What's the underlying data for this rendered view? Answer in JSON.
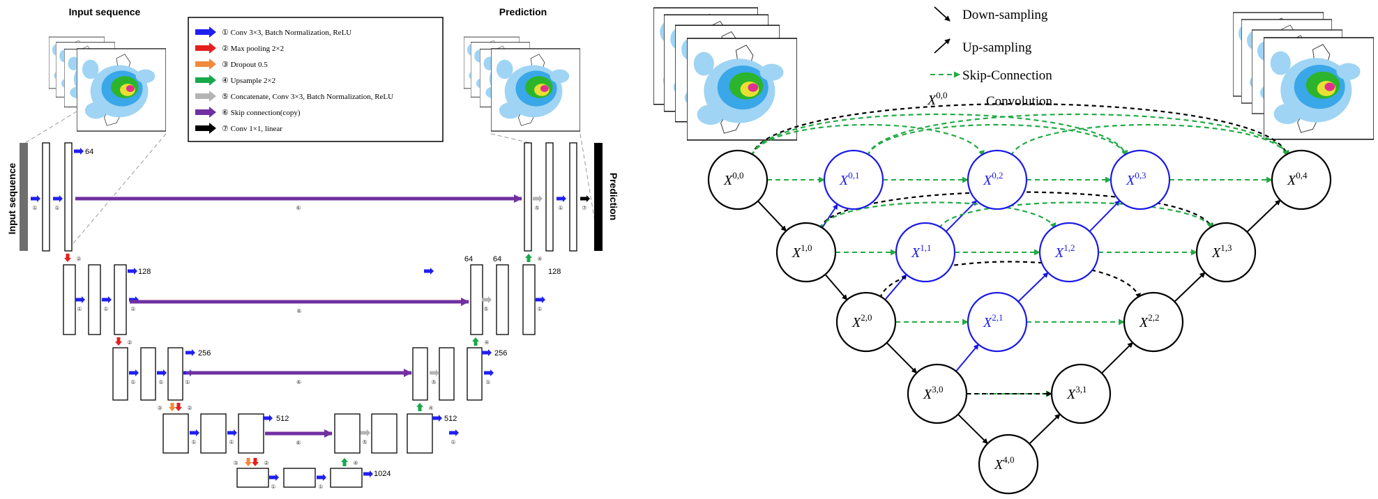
{
  "left": {
    "input_label": "Input sequence",
    "prediction_label": "Prediction",
    "side_input_label": "Input sequence",
    "side_prediction_label": "Prediction",
    "legend": [
      {
        "num": "①",
        "text": "Conv 3×3, Batch Normalization, ReLU",
        "color": "#1f1ff0"
      },
      {
        "num": "②",
        "text": "Max pooling 2×2",
        "color": "#e61e1e"
      },
      {
        "num": "③",
        "text": "Dropout 0.5",
        "color": "#f08a3c"
      },
      {
        "num": "④",
        "text": "Upsample 2×2",
        "color": "#19a84a"
      },
      {
        "num": "⑤",
        "text": "Concatenate, Conv 3×3, Batch Normalization, ReLU",
        "color": "#b4b4b4"
      },
      {
        "num": "⑥",
        "text": "Skip connection(copy)",
        "color": "#7030a0"
      },
      {
        "num": "⑦",
        "text": "Conv 1×1, linear",
        "color": "#000000"
      }
    ],
    "channels": {
      "c64": "64",
      "c128": "128",
      "c256": "256",
      "c512": "512",
      "c1024": "1024",
      "up64a": "64",
      "up64b": "64",
      "up128": "128",
      "up256": "256",
      "up512": "512"
    },
    "ops": {
      "o1": "①",
      "o2": "②",
      "o3": "③",
      "o4": "④",
      "o5": "⑤",
      "o6": "⑥",
      "o7": "⑦"
    }
  },
  "right": {
    "legend": {
      "down": "Down-sampling",
      "up": "Up-sampling",
      "skip": "Skip-Connection",
      "conv_symbol": "X",
      "conv_sup": "0,0",
      "conv": "Convolution"
    },
    "nodes": [
      {
        "id": "n00",
        "base": "X",
        "sup": "0,0",
        "color": "#000000"
      },
      {
        "id": "n01",
        "base": "X",
        "sup": "0,1",
        "color": "#1a1ae6"
      },
      {
        "id": "n02",
        "base": "X",
        "sup": "0,2",
        "color": "#1a1ae6"
      },
      {
        "id": "n03",
        "base": "X",
        "sup": "0,3",
        "color": "#1a1ae6"
      },
      {
        "id": "n04",
        "base": "X",
        "sup": "0,4",
        "color": "#000000"
      },
      {
        "id": "n10",
        "base": "X",
        "sup": "1,0",
        "color": "#000000"
      },
      {
        "id": "n11",
        "base": "X",
        "sup": "1,1",
        "color": "#1a1ae6"
      },
      {
        "id": "n12",
        "base": "X",
        "sup": "1,2",
        "color": "#1a1ae6"
      },
      {
        "id": "n13",
        "base": "X",
        "sup": "1,3",
        "color": "#000000"
      },
      {
        "id": "n20",
        "base": "X",
        "sup": "2,0",
        "color": "#000000"
      },
      {
        "id": "n21",
        "base": "X",
        "sup": "2,1",
        "color": "#1a1ae6"
      },
      {
        "id": "n22",
        "base": "X",
        "sup": "2,2",
        "color": "#000000"
      },
      {
        "id": "n30",
        "base": "X",
        "sup": "3,0",
        "color": "#000000"
      },
      {
        "id": "n31",
        "base": "X",
        "sup": "3,1",
        "color": "#000000"
      },
      {
        "id": "n40",
        "base": "X",
        "sup": "4,0",
        "color": "#000000"
      }
    ]
  },
  "colors": {
    "blue": "#1f1ff0",
    "red": "#e61e1e",
    "orange": "#f08a3c",
    "green": "#19a84a",
    "gray": "#b4b4b4",
    "purple": "#7030a0",
    "skip": "#22aa44"
  }
}
